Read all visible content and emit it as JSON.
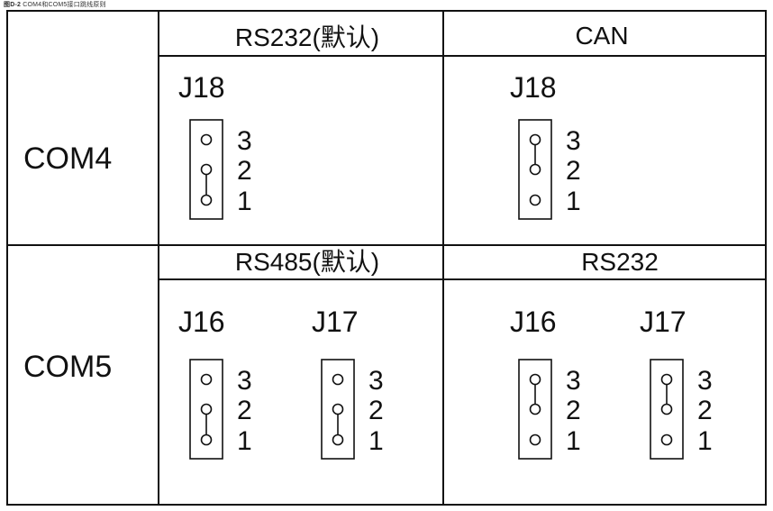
{
  "caption": {
    "prefix": "图D-2",
    "text": "COM4和COM5接口跳线原则"
  },
  "table": {
    "rows": [
      {
        "port": "COM4",
        "modes": [
          {
            "header": "RS232(默认)",
            "connectors": [
              {
                "name": "J18",
                "pins": [
                  "3",
                  "2",
                  "1"
                ],
                "jumper": [
                  "2",
                  "1"
                ]
              }
            ]
          },
          {
            "header": "CAN",
            "connectors": [
              {
                "name": "J18",
                "pins": [
                  "3",
                  "2",
                  "1"
                ],
                "jumper": [
                  "3",
                  "2"
                ]
              }
            ]
          }
        ]
      },
      {
        "port": "COM5",
        "modes": [
          {
            "header": "RS485(默认)",
            "connectors": [
              {
                "name": "J16",
                "pins": [
                  "3",
                  "2",
                  "1"
                ],
                "jumper": [
                  "2",
                  "1"
                ]
              },
              {
                "name": "J17",
                "pins": [
                  "3",
                  "2",
                  "1"
                ],
                "jumper": [
                  "2",
                  "1"
                ]
              }
            ]
          },
          {
            "header": "RS232",
            "connectors": [
              {
                "name": "J16",
                "pins": [
                  "3",
                  "2",
                  "1"
                ],
                "jumper": [
                  "3",
                  "2"
                ]
              },
              {
                "name": "J17",
                "pins": [
                  "3",
                  "2",
                  "1"
                ],
                "jumper": [
                  "3",
                  "2"
                ]
              }
            ]
          }
        ]
      }
    ]
  }
}
